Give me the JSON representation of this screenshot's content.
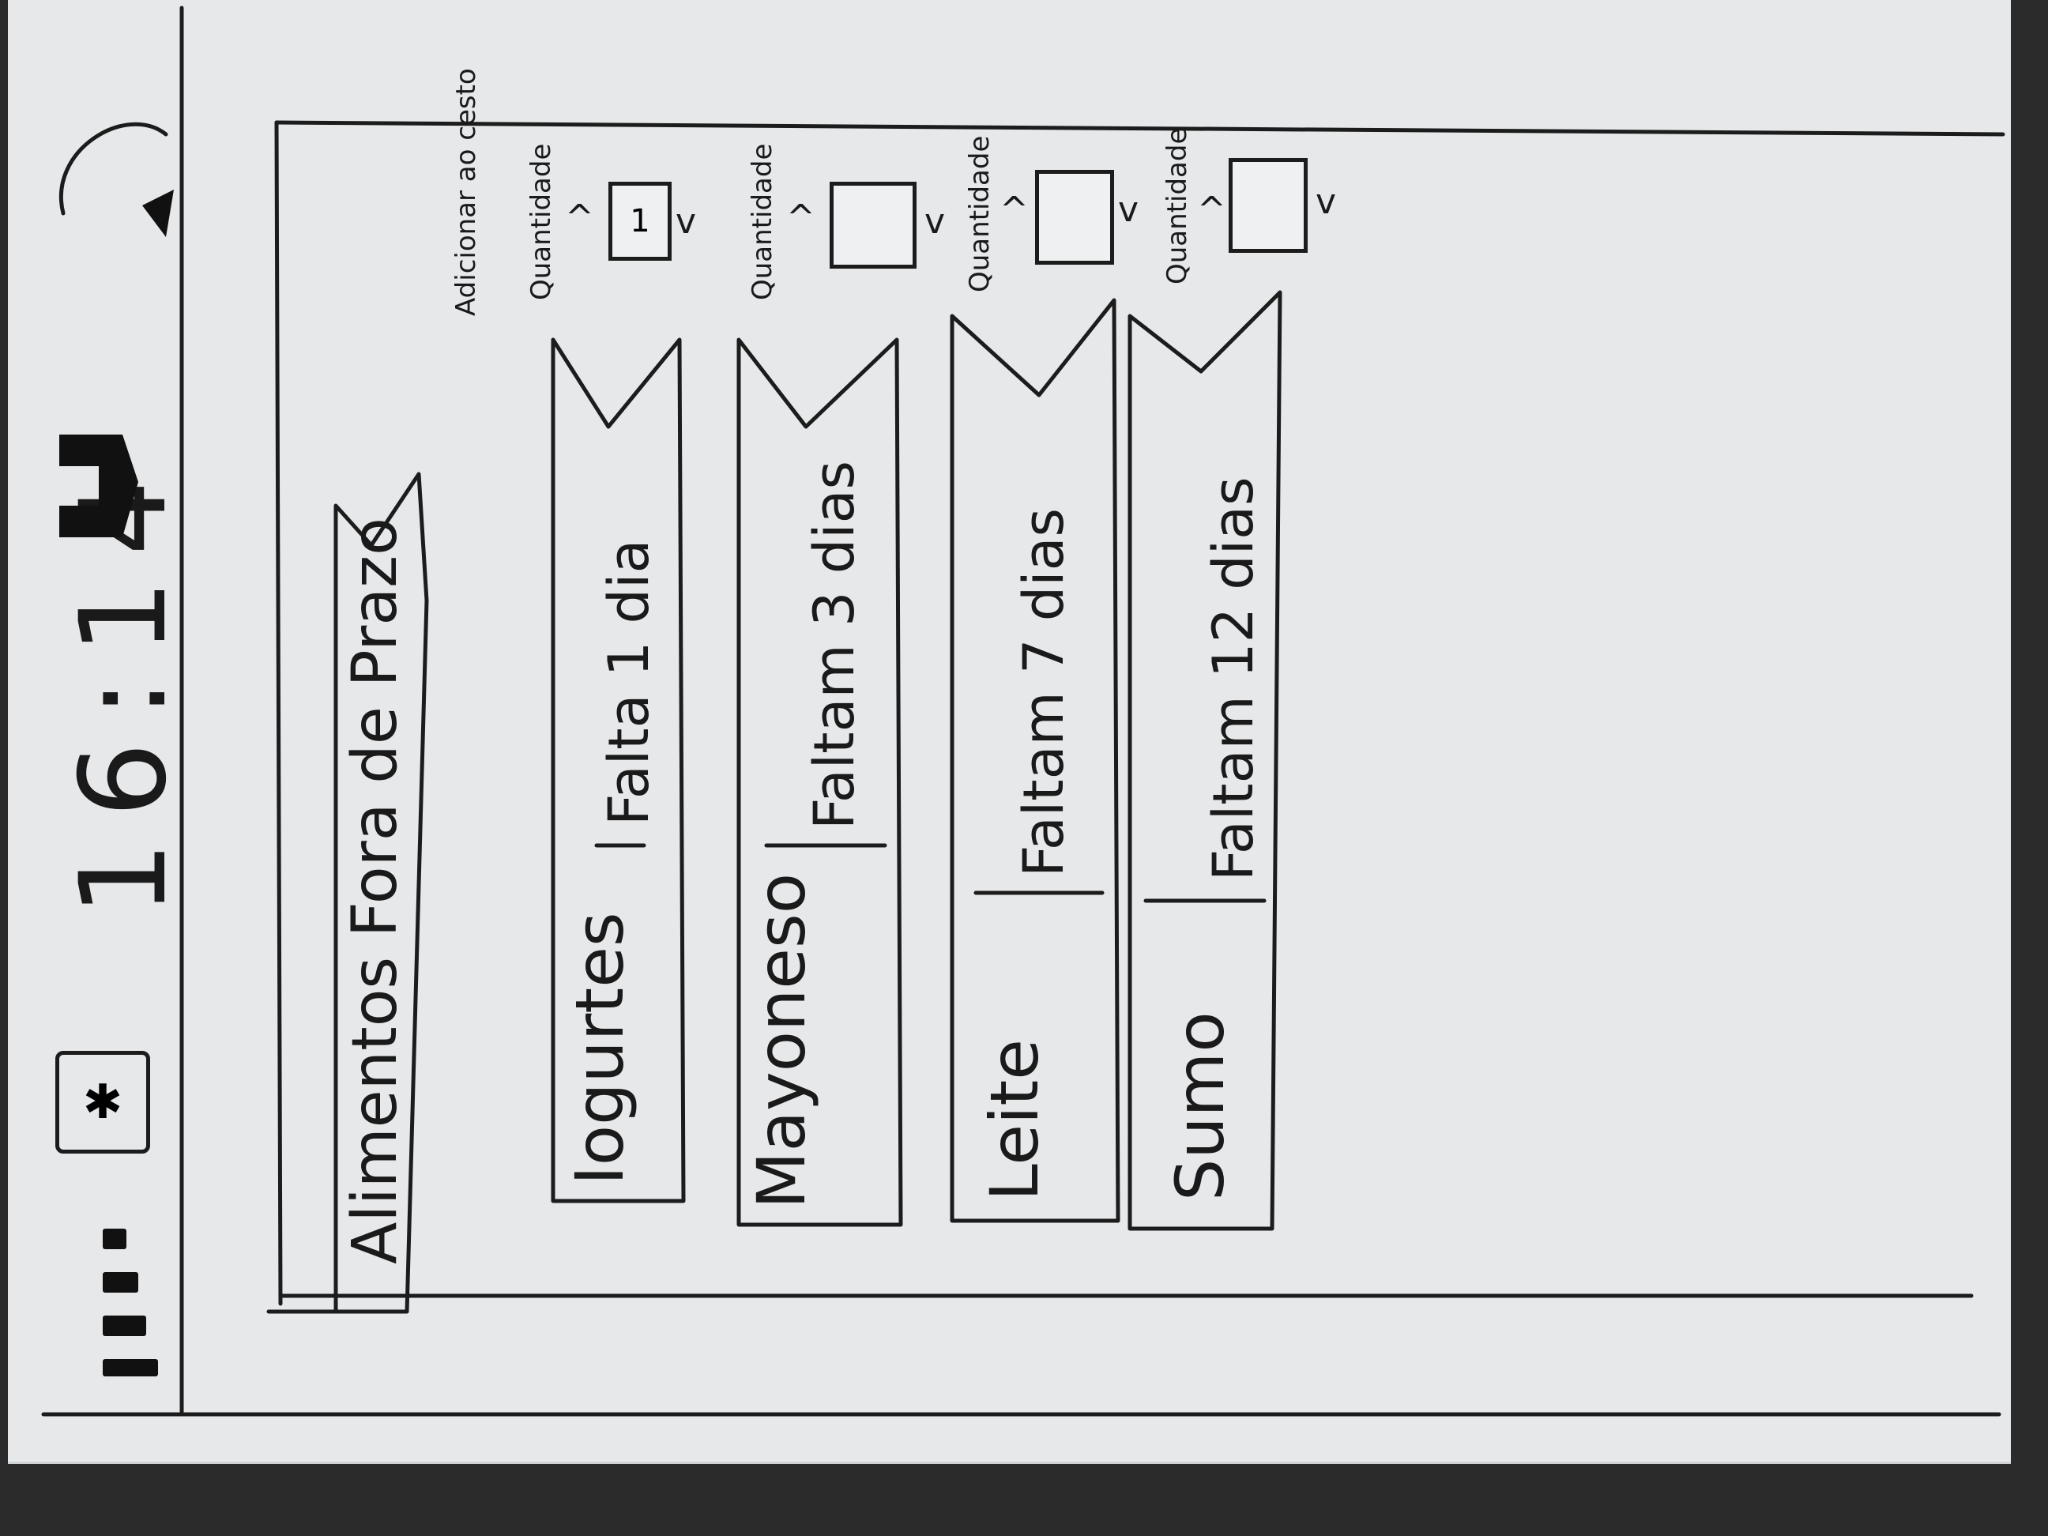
{
  "status_bar": {
    "time": "16:14",
    "signal_icon": "signal-bars-icon",
    "bluetooth_icon": "bluetooth-icon",
    "home_icon": "home-icon",
    "back_icon": "back-arrow-icon"
  },
  "header": {
    "title": "Alimentos Fora de Prazo"
  },
  "quantity_header": {
    "add_to_basket": "Adicionar ao cesto",
    "quantity_label": "Quantidade"
  },
  "items": [
    {
      "name": "Iogurtes",
      "remaining": "Falta 1 dia",
      "quantity_label": "Quantidade",
      "quantity": "1"
    },
    {
      "name": "Mayoneso",
      "remaining": "Faltam 3 dias",
      "quantity_label": "Quantidade",
      "quantity": ""
    },
    {
      "name": "Leite",
      "remaining": "Faltam 7 dias",
      "quantity_label": "Quantidade",
      "quantity": ""
    },
    {
      "name": "Sumo",
      "remaining": "Faltam 12 dias",
      "quantity_label": "Quantidade",
      "quantity": ""
    }
  ]
}
